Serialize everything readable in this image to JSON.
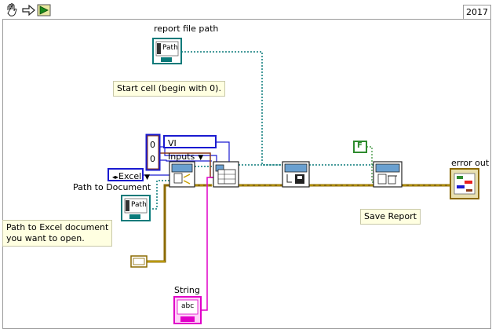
{
  "version": "2017",
  "report_file_path": {
    "label": "report file path",
    "terminal": "Path"
  },
  "path_to_document": {
    "label": "Path to Document",
    "terminal": "Path"
  },
  "note_start_cell": "Start cell (begin with 0).",
  "note_path_excel": "Path to Excel document\nyou want to open.",
  "vi_inputs_ring": "VI Inputs",
  "excel_ring": "Excel",
  "start_cell": {
    "row": "0",
    "col": "0"
  },
  "false_constant": "F",
  "error_out": {
    "label": "error out"
  },
  "save_report": "Save Report",
  "string": {
    "label": "String",
    "terminal": "abc"
  },
  "colors": {
    "error_wire": "#8b6a00",
    "path_wire": "#0a7a7a",
    "string_wire": "#e000c8",
    "bool_wire": "#2e8b2e",
    "int_wire": "#1a1ad0"
  }
}
